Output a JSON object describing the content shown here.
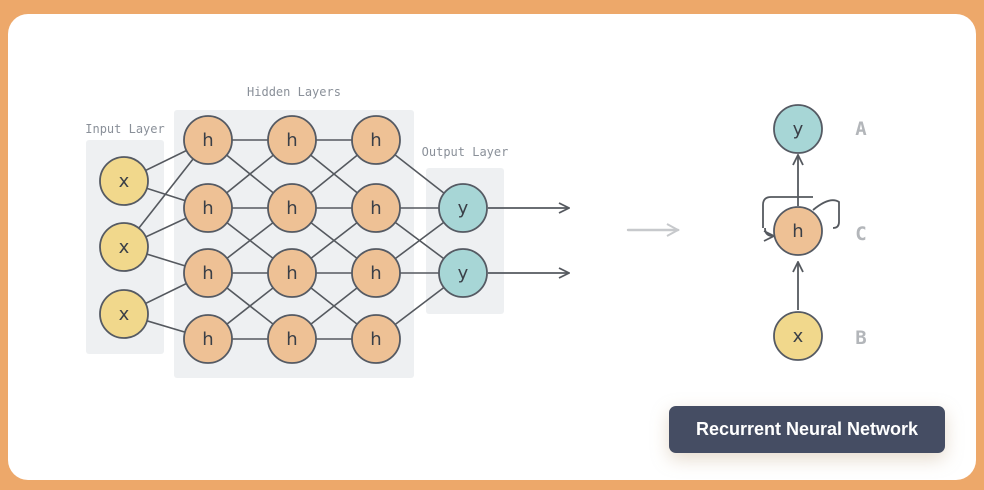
{
  "colors": {
    "frame": "#eda86a",
    "panel": "#eef0f2",
    "input_node": "#f1d88c",
    "hidden_node": "#eec195",
    "output_node": "#a7d6d6",
    "node_stroke": "#555a63",
    "edge": "#55595f",
    "label_box": "#454d63"
  },
  "feedforward": {
    "input_layer_label": "Input Layer",
    "hidden_layers_label": "Hidden Layers",
    "output_layer_label": "Output Layer",
    "input_nodes": [
      "x",
      "x",
      "x"
    ],
    "hidden_layers": [
      [
        "h",
        "h",
        "h",
        "h"
      ],
      [
        "h",
        "h",
        "h",
        "h"
      ],
      [
        "h",
        "h",
        "h",
        "h"
      ]
    ],
    "output_nodes": [
      "y",
      "y"
    ]
  },
  "rnn": {
    "output_node": "y",
    "hidden_node": "h",
    "input_node": "x",
    "label_output": "A",
    "label_hidden": "C",
    "label_input": "B",
    "title": "Recurrent Neural Network"
  }
}
